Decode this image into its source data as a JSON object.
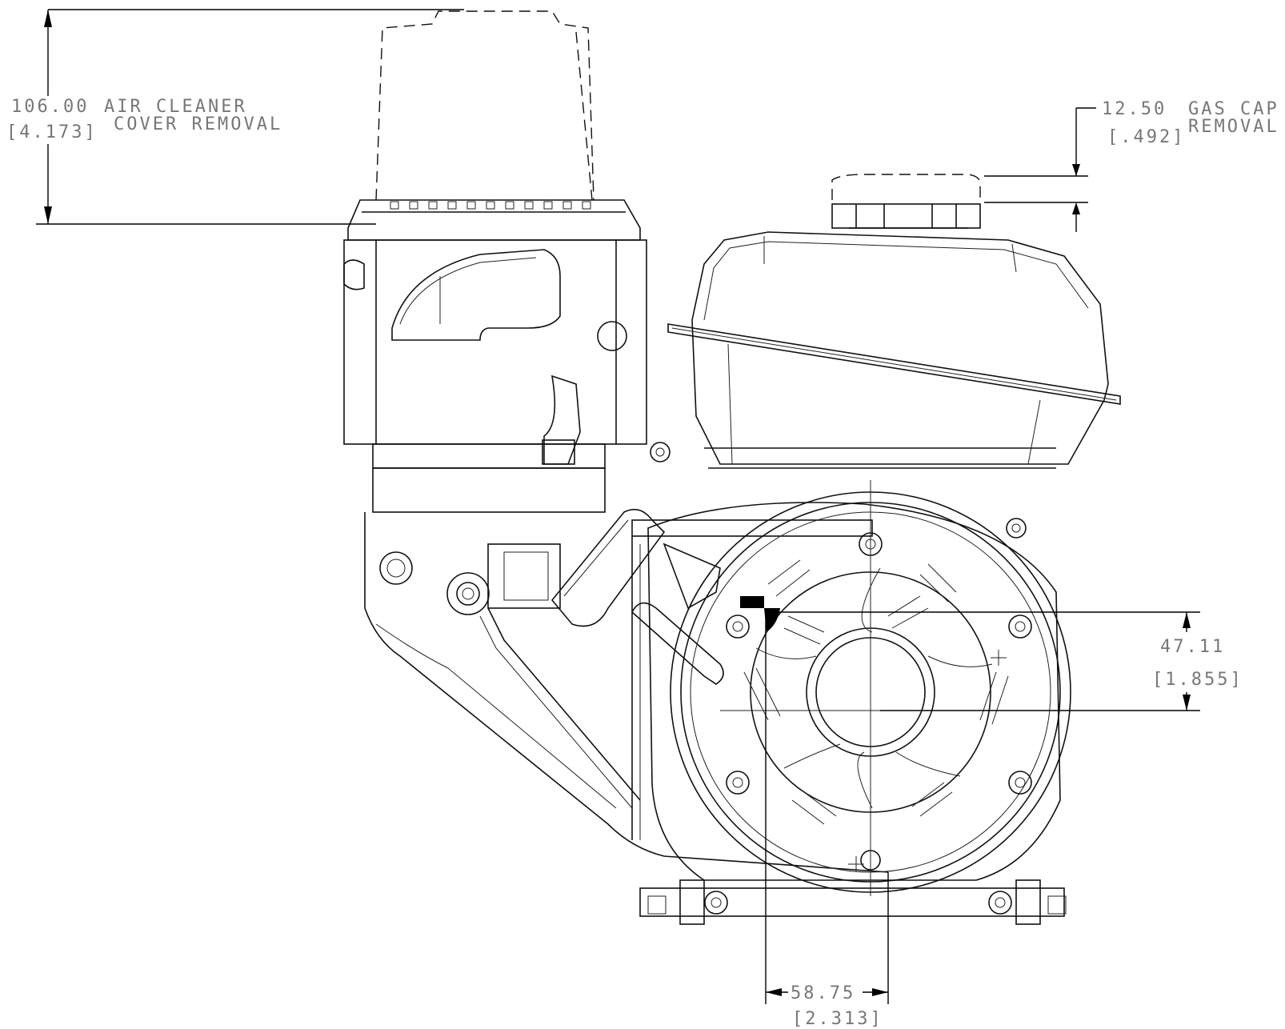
{
  "dimensions": {
    "air_cleaner": {
      "value_mm": "106.00",
      "value_in": "[4.173]",
      "label_line1": "AIR CLEANER",
      "label_line2": "COVER REMOVAL"
    },
    "gas_cap": {
      "value_mm": "12.50",
      "value_in": "[.492]",
      "label_line1": "GAS CAP",
      "label_line2": "REMOVAL"
    },
    "vertical_offset": {
      "value_mm": "47.11",
      "value_in": "[1.855]"
    },
    "horizontal_offset": {
      "value_mm": "58.75",
      "value_in": "[2.313]"
    }
  },
  "colors": {
    "line": "#111111",
    "dimension_text": "#777777",
    "background": "#ffffff"
  }
}
